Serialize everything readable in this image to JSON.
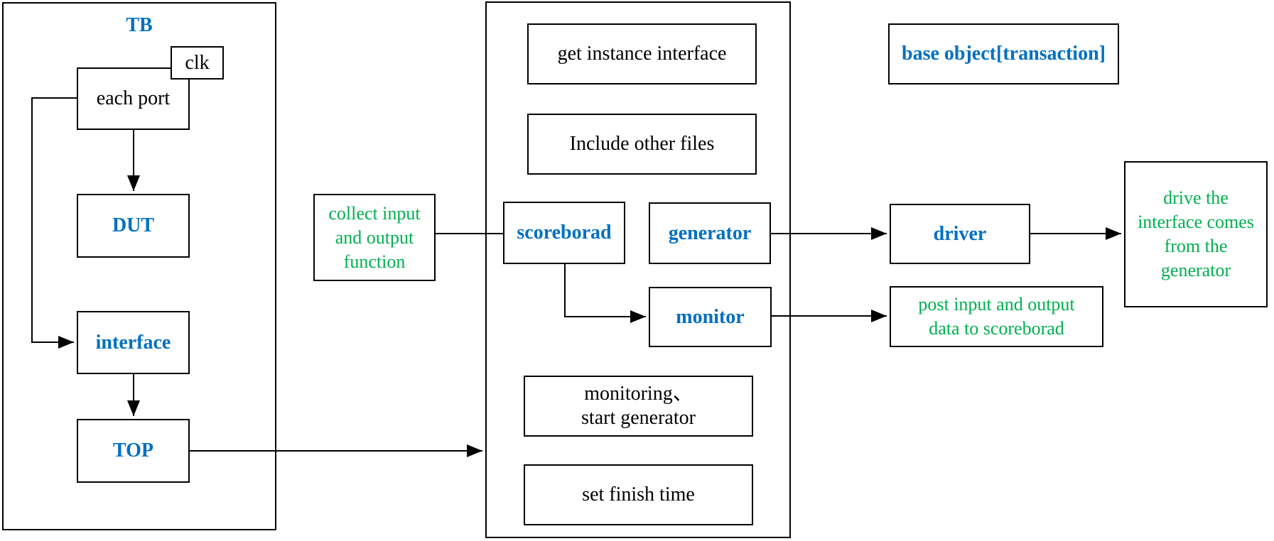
{
  "colors": {
    "accent_blue": "#0070C0",
    "accent_green": "#00B050",
    "line_black": "#000000",
    "background": "#FFFFFF"
  },
  "tb_panel": {
    "title": "TB",
    "clk": "clk",
    "each_port": "each port",
    "dut": "DUT",
    "interface": "interface",
    "top": "TOP"
  },
  "left_note": {
    "collect": "collect input\nand output\nfunction"
  },
  "middle_panel": {
    "get_instance": "get instance interface",
    "include_files": "Include other files",
    "scoreboard": "scoreborad",
    "generator": "generator",
    "monitor": "monitor",
    "monitoring": "monitoring、\nstart generator",
    "set_finish": "set finish time"
  },
  "right_column": {
    "base_object": "base object[transaction]",
    "driver": "driver",
    "post_data": "post input and output\ndata to scoreborad",
    "drive_interface": "drive the\ninterface comes\nfrom the\ngenerator"
  }
}
